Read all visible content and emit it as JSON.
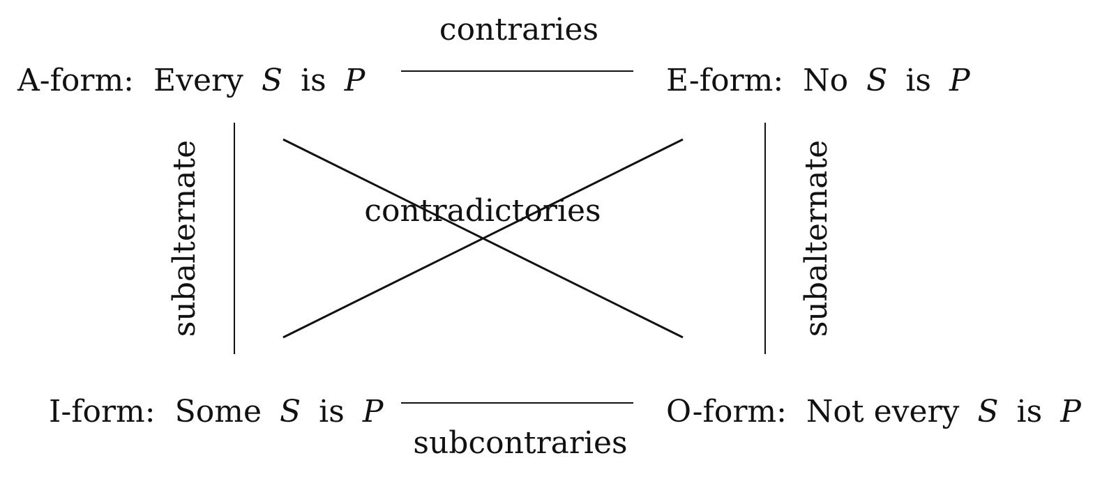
{
  "square": {
    "a_form": {
      "prefix": "A-form:",
      "quantifier": "Every",
      "subject": "S",
      "copula": "is",
      "predicate": "P"
    },
    "e_form": {
      "prefix": "E-form:",
      "quantifier": "No",
      "subject": "S",
      "copula": "is",
      "predicate": "P"
    },
    "i_form": {
      "prefix": "I-form:",
      "quantifier": "Some",
      "subject": "S",
      "copula": "is",
      "predicate": "P"
    },
    "o_form": {
      "prefix": "O-form:",
      "quantifier": "Not every",
      "subject": "S",
      "copula": "is",
      "predicate": "P"
    },
    "relations": {
      "top": "contraries",
      "bottom": "subcontraries",
      "left": "subalternate",
      "right": "subalternate",
      "diagonal": "contradictories"
    }
  }
}
